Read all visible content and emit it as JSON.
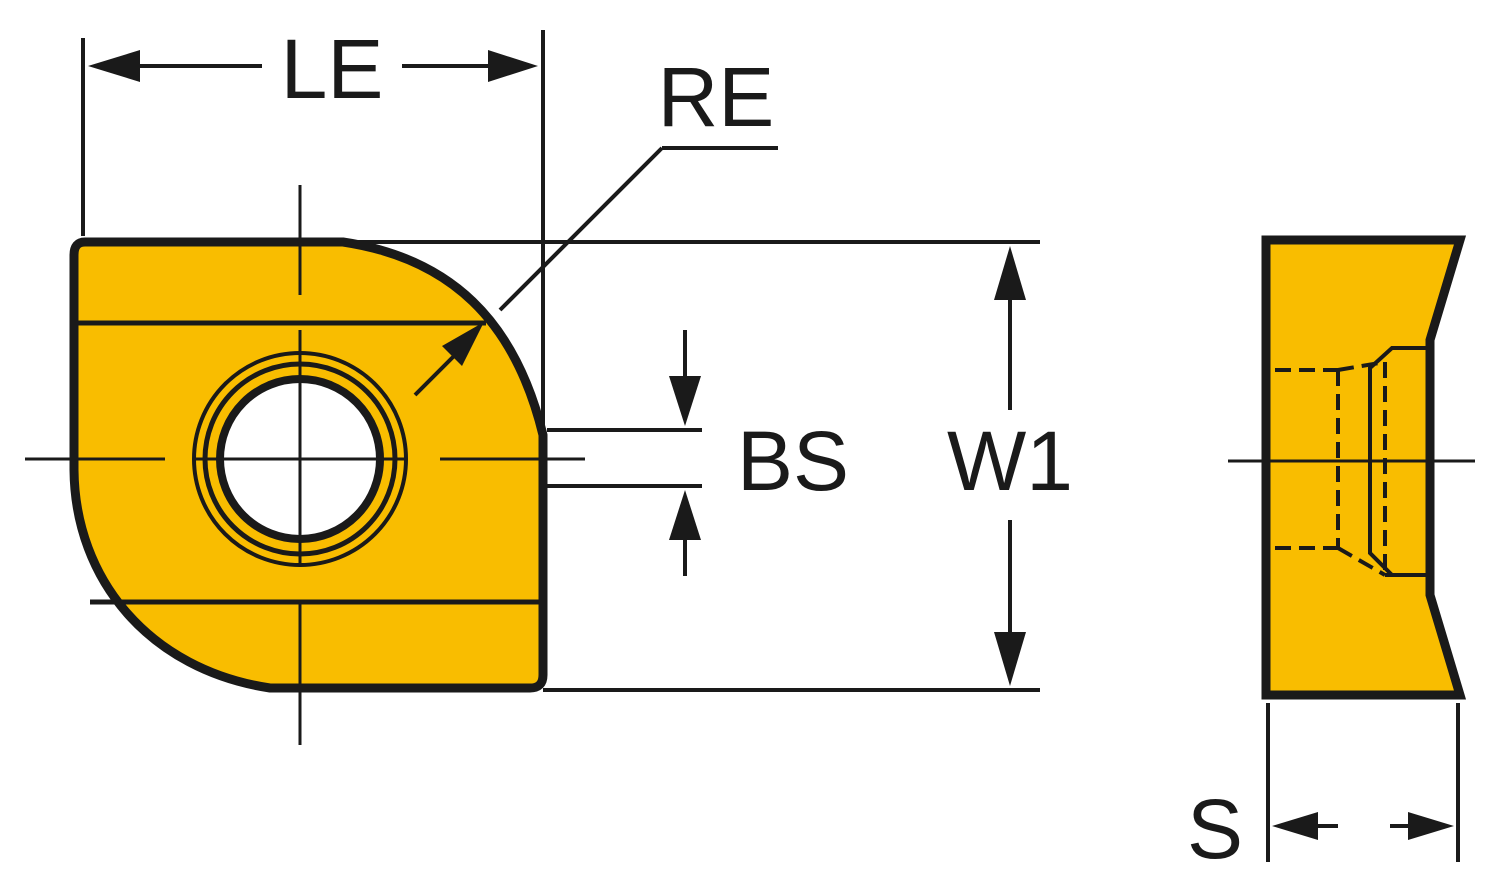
{
  "colors": {
    "insert_fill": "#f9bd00",
    "line": "#1a1a1a",
    "background": "#ffffff"
  },
  "labels": {
    "le": "LE",
    "re": "RE",
    "bs": "BS",
    "w1": "W1",
    "s": "S"
  }
}
